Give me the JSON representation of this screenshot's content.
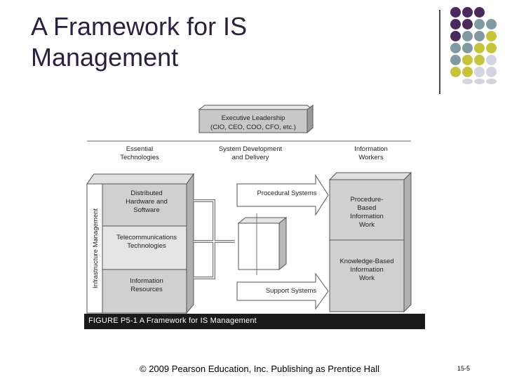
{
  "slide": {
    "title_line1": "A Framework for IS",
    "title_line2": "Management",
    "footer": "© 2009 Pearson Education, Inc.  Publishing as Prentice Hall",
    "page_number": "15-5"
  },
  "decoration": {
    "colors": {
      "purple": "#4a2a5c",
      "teal": "#7f9aa0",
      "olive": "#c8c43a",
      "lavender": "#d4d4e2"
    }
  },
  "figure": {
    "executive": {
      "line1": "Executive Leadership",
      "line2": "(CIO, CEO, COO, CFO, etc.)"
    },
    "headers": {
      "essential_line1": "Essential",
      "essential_line2": "Technologies",
      "sysdev_line1": "System Development",
      "sysdev_line2": "and Delivery",
      "infowork_line1": "Information",
      "infowork_line2": "Workers"
    },
    "infrastructure_label": "Infrastructure Management",
    "left_cells": {
      "c1_line1": "Distributed",
      "c1_line2": "Hardware and",
      "c1_line3": "Software",
      "c2_line1": "Telecommunications",
      "c2_line2": "Technologies",
      "c3_line1": "Information",
      "c3_line2": "Resources"
    },
    "arrows": {
      "procedural": "Procedural Systems",
      "support": "Support Systems"
    },
    "right_cells": {
      "r1_line1": "Procedure-",
      "r1_line2": "Based",
      "r1_line3": "Information",
      "r1_line4": "Work",
      "r2_line1": "Knowledge-Based",
      "r2_line2": "Information",
      "r2_line3": "Work"
    },
    "caption": "FIGURE P5-1   A Framework for IS Management"
  }
}
